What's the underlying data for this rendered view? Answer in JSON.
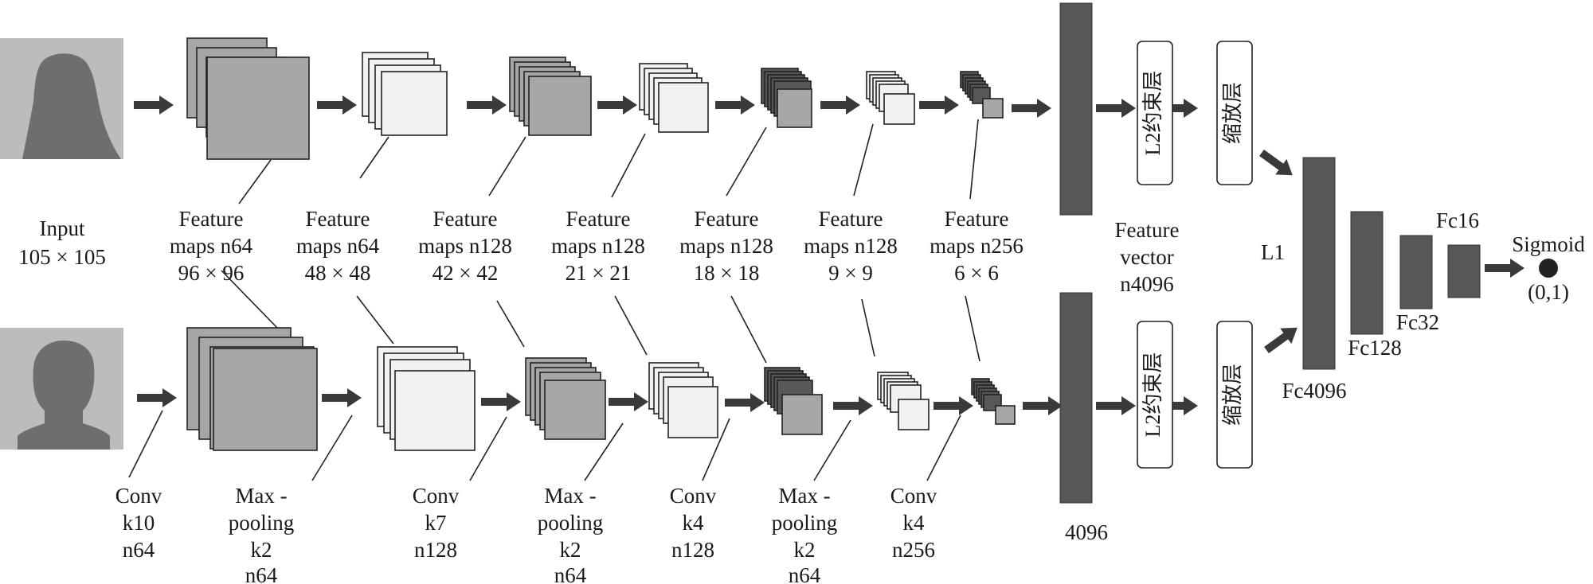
{
  "colors": {
    "dark_fill": "#575757",
    "mid_fill": "#a6a6a6",
    "light_fill": "#f2f2f2",
    "arrow": "#3a3a3a"
  },
  "input": {
    "line1": "Input",
    "line2": "105 × 105"
  },
  "feature_maps": [
    {
      "line1": "Feature",
      "line2": "maps n64",
      "line3": "96 × 96"
    },
    {
      "line1": "Feature",
      "line2": "maps n64",
      "line3": "48 × 48"
    },
    {
      "line1": "Feature",
      "line2": "maps n128",
      "line3": "42 × 42"
    },
    {
      "line1": "Feature",
      "line2": "maps n128",
      "line3": "21 × 21"
    },
    {
      "line1": "Feature",
      "line2": "maps n128",
      "line3": "18 × 18"
    },
    {
      "line1": "Feature",
      "line2": "maps n128",
      "line3": "9 × 9"
    },
    {
      "line1": "Feature",
      "line2": "maps n256",
      "line3": "6 × 6"
    }
  ],
  "operations": [
    {
      "line1": "Conv",
      "line2": "k10",
      "line3": "n64",
      "line4": ""
    },
    {
      "line1": "Max -",
      "line2": "pooling",
      "line3": "k2",
      "line4": "n64"
    },
    {
      "line1": "Conv",
      "line2": "k7",
      "line3": "n128",
      "line4": ""
    },
    {
      "line1": "Max -",
      "line2": "pooling",
      "line3": "k2",
      "line4": "n64"
    },
    {
      "line1": "Conv",
      "line2": "k4",
      "line3": "n128",
      "line4": ""
    },
    {
      "line1": "Max -",
      "line2": "pooling",
      "line3": "k2",
      "line4": "n64"
    },
    {
      "line1": "Conv",
      "line2": "k4",
      "line3": "n256",
      "line4": ""
    }
  ],
  "feature_vector": {
    "line1": "Feature",
    "line2": "vector",
    "line3": "n4096"
  },
  "bottom_vector_label": "4096",
  "l2_layer": "L2约束层",
  "scale_layer": "缩放层",
  "l1_label": "L1",
  "fc_labels": {
    "fc4096": "Fc4096",
    "fc128": "Fc128",
    "fc32": "Fc32",
    "fc16": "Fc16"
  },
  "sigmoid": {
    "label": "Sigmoid",
    "range": "(0,1)"
  }
}
